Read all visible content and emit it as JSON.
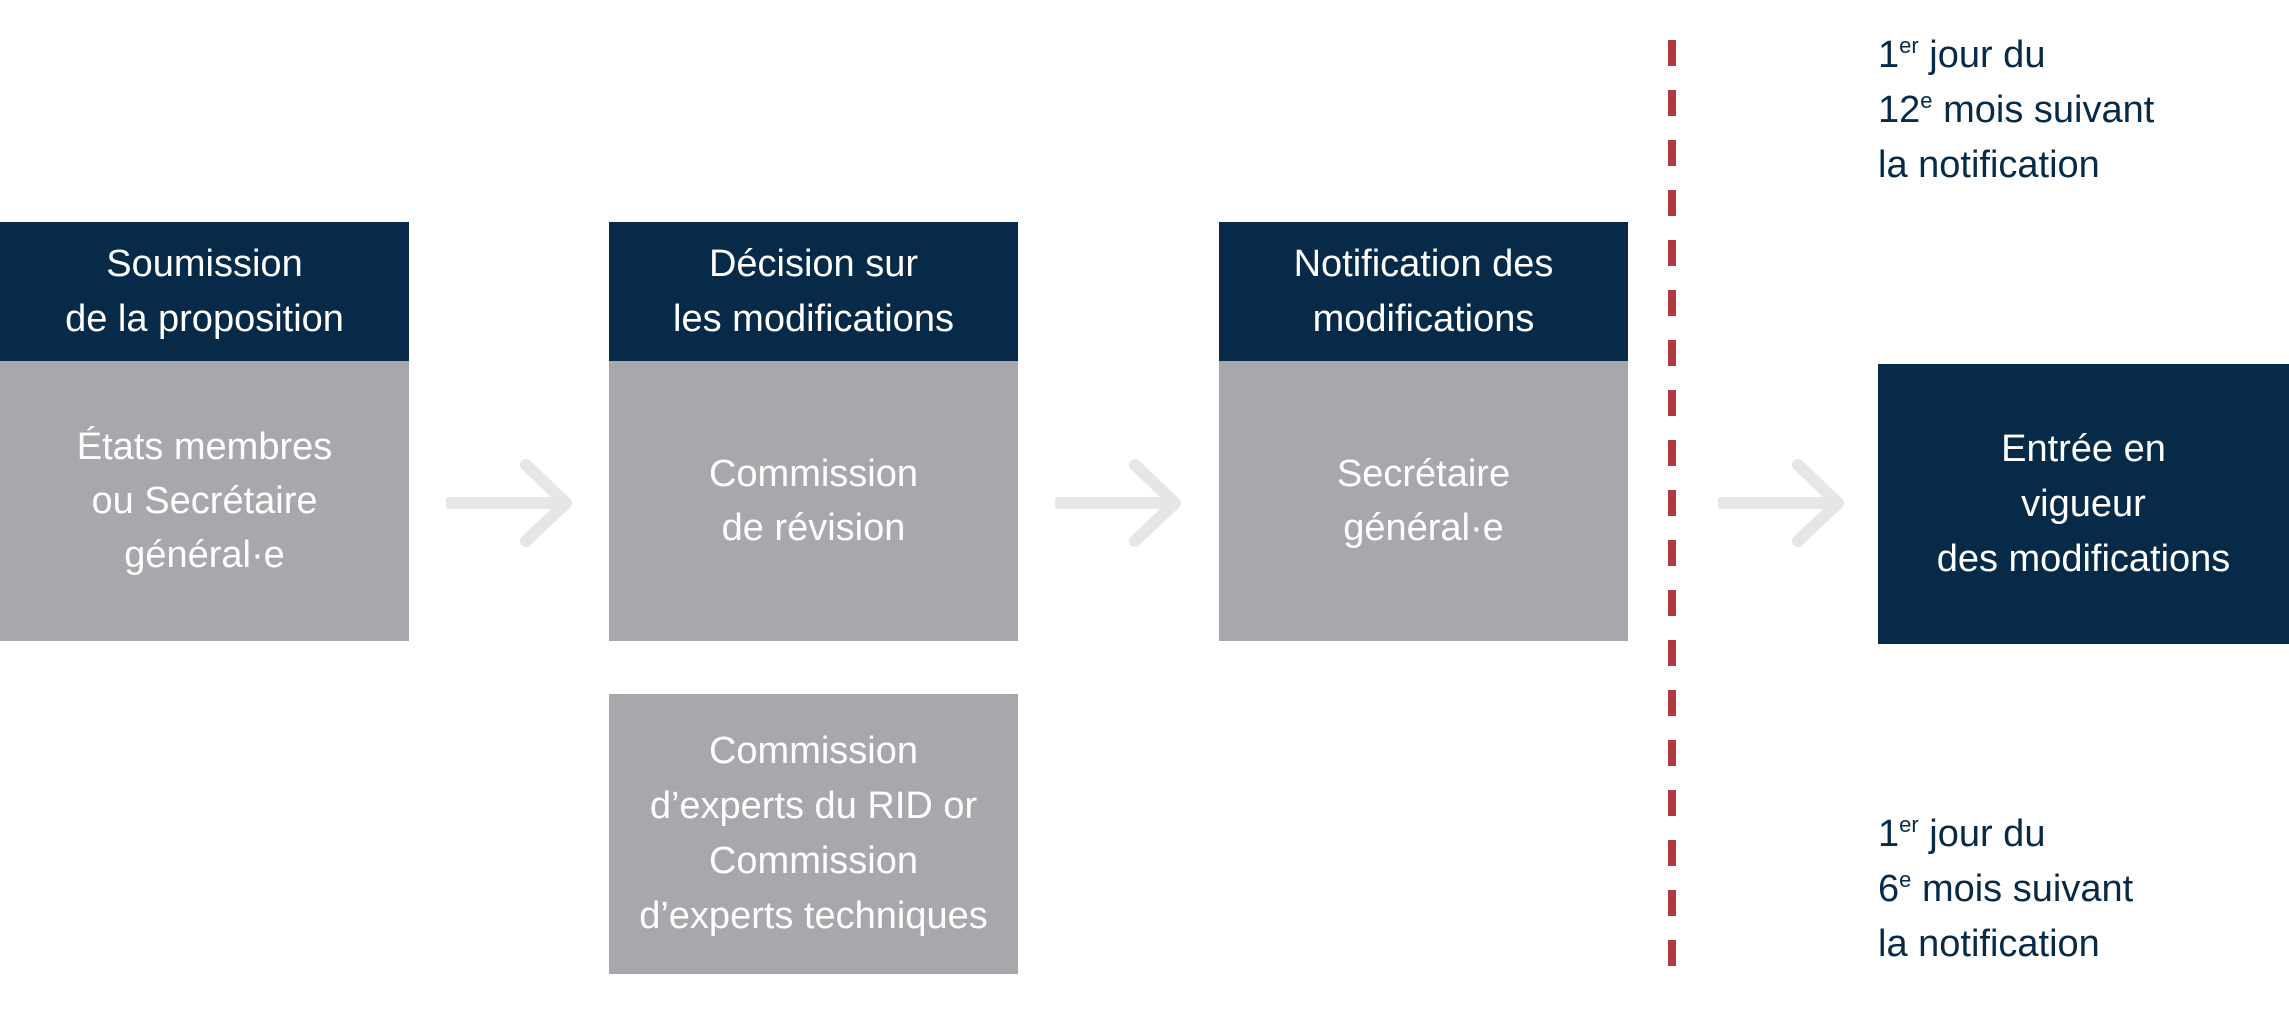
{
  "steps": [
    {
      "title": [
        "Soumission",
        "de la proposition"
      ],
      "actor": [
        "États membres",
        "ou Secrétaire",
        "général·e"
      ]
    },
    {
      "title": [
        "Décision sur",
        "les modifications"
      ],
      "actor": [
        "Commission",
        "de révision"
      ]
    },
    {
      "title": [
        "Notification des",
        "modifications"
      ],
      "actor": [
        "Secrétaire",
        "général·e"
      ]
    }
  ],
  "alternate_actor": [
    "Commission",
    "d’experts du RID or",
    "Commission",
    "d’experts techniques"
  ],
  "final_step": [
    "Entrée en",
    "vigueur",
    "des modifications"
  ],
  "notes": {
    "top": {
      "day_num": "1",
      "day_sup": "er",
      "day_rest": " jour du",
      "month_num": "12",
      "month_sup": "e",
      "month_rest": " mois suivant",
      "last": "la notification"
    },
    "bottom": {
      "day_num": "1",
      "day_sup": "er",
      "day_rest": " jour du",
      "month_num": "6",
      "month_sup": "e",
      "month_rest": " mois suivant",
      "last": "la notification"
    }
  },
  "colors": {
    "header": "#062a48",
    "body": "#a6a8ac",
    "arrow": "#e6e6e7",
    "divider": "#b3373f"
  }
}
